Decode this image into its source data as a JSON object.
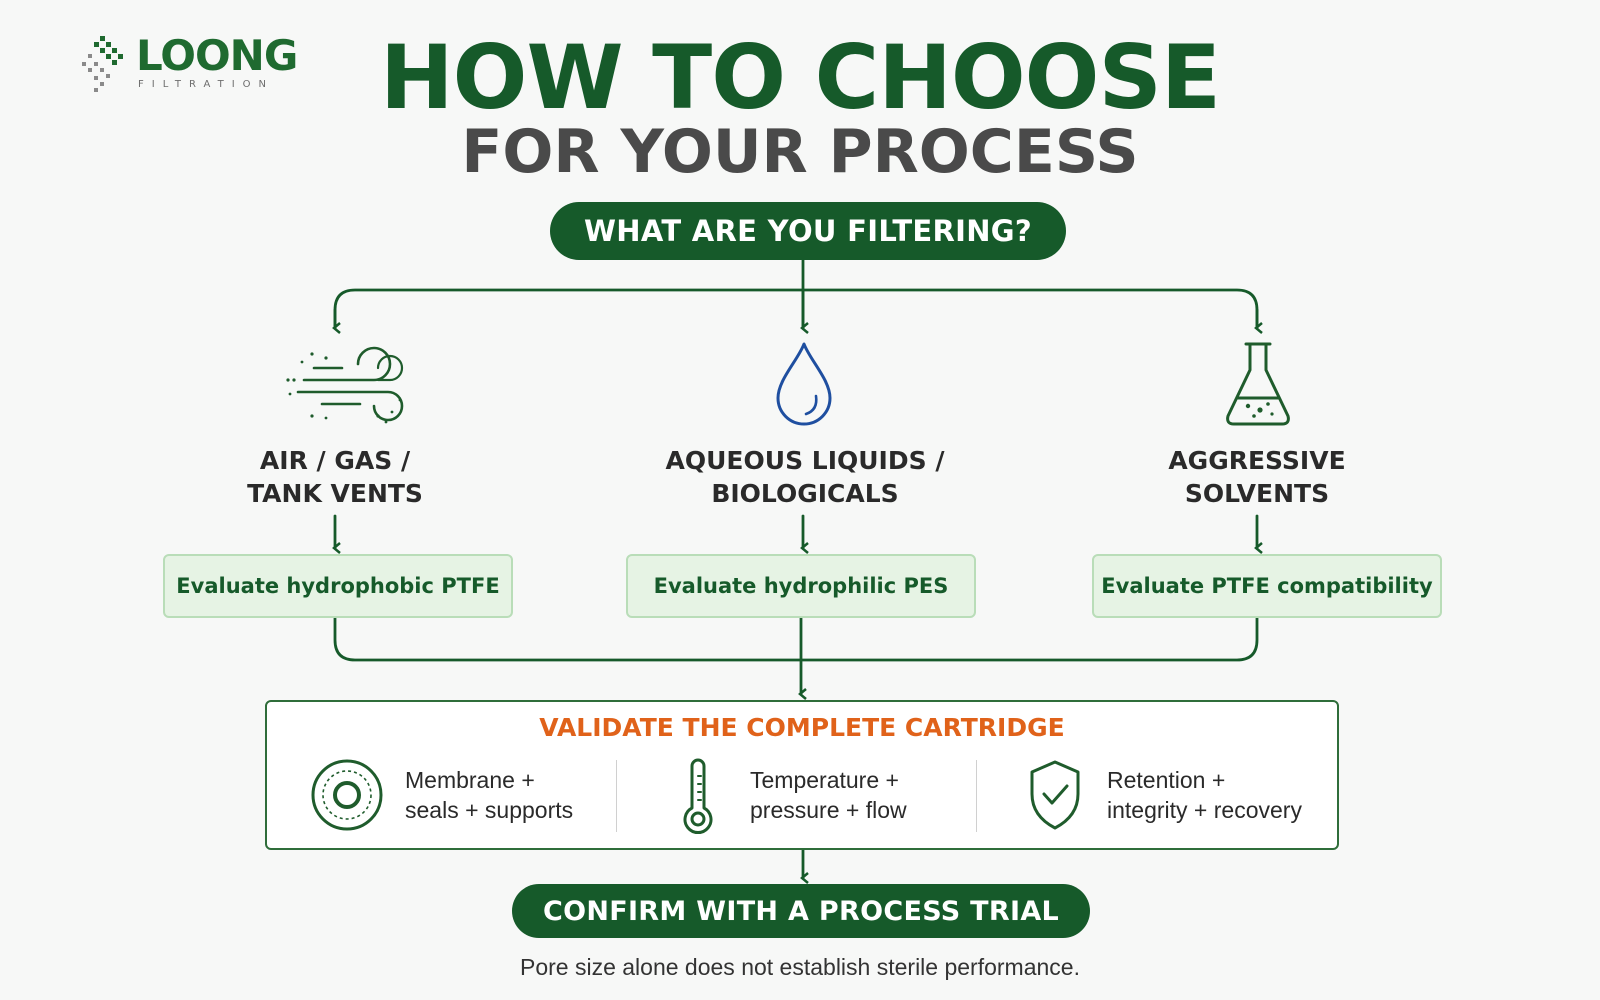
{
  "logo": {
    "wordmark": "LOONG",
    "tagline": "FILTRATION"
  },
  "title": {
    "line1": "HOW TO CHOOSE",
    "line2": "FOR YOUR PROCESS"
  },
  "question": "WHAT ARE YOU FILTERING?",
  "branches": [
    {
      "icon": "wind-icon",
      "line1": "AIR / GAS /",
      "line2": "TANK VENTS",
      "action": "Evaluate hydrophobic PTFE"
    },
    {
      "icon": "water-drop-icon",
      "line1": "AQUEOUS LIQUIDS /",
      "line2": "BIOLOGICALS",
      "action": "Evaluate hydrophilic PES"
    },
    {
      "icon": "flask-icon",
      "line1": "AGGRESSIVE",
      "line2": "SOLVENTS",
      "action": "Evaluate PTFE compatibility"
    }
  ],
  "validate": {
    "title": "VALIDATE THE COMPLETE CARTRIDGE",
    "items": [
      {
        "icon": "membrane-disc-icon",
        "line1": "Membrane +",
        "line2": "seals + supports"
      },
      {
        "icon": "thermometer-icon",
        "line1": "Temperature +",
        "line2": "pressure + flow"
      },
      {
        "icon": "shield-check-icon",
        "line1": "Retention +",
        "line2": "integrity + recovery"
      }
    ]
  },
  "confirm": "CONFIRM WITH A PROCESS TRIAL",
  "footer": "Pore size alone does not establish sterile performance.",
  "colors": {
    "primary_green": "#165a2a",
    "accent_orange": "#e0621a",
    "drop_blue": "#1f4fa0",
    "light_green": "#e6f3e4"
  }
}
